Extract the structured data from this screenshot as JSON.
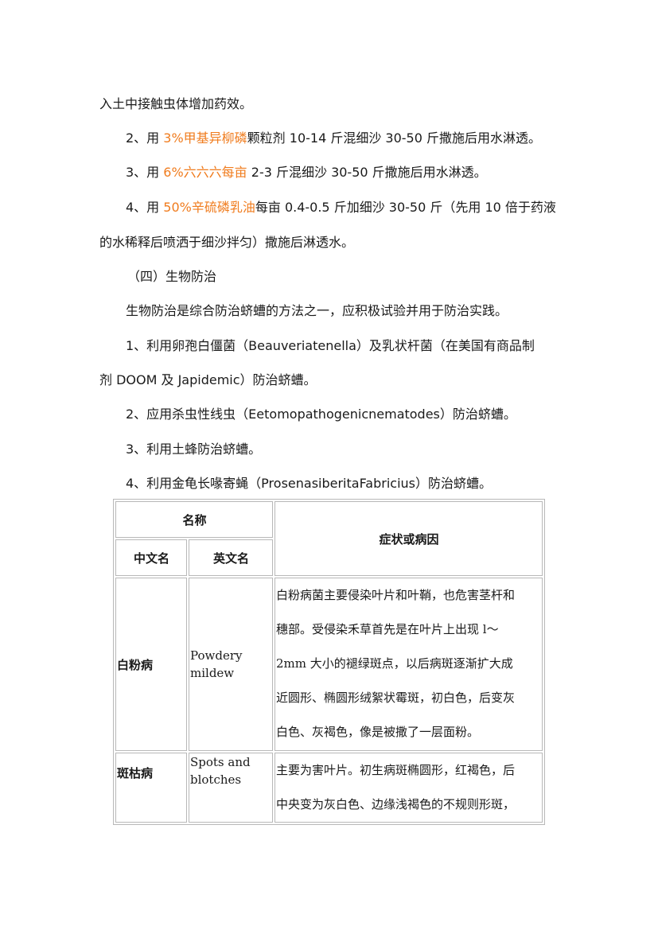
{
  "paragraphs": {
    "p1": "入土中接触虫体增加药效。",
    "p2": {
      "pre": "2、用 ",
      "hl": "3%甲基异柳磷",
      "post": "颗粒剂 10-14 斤混细沙 30-50 斤撒施后用水淋透。"
    },
    "p3": {
      "pre": "3、用 ",
      "hl": "6%六六六每亩",
      "post": " 2-3 斤混细沙 30-50 斤撒施后用水淋透。"
    },
    "p4a": {
      "pre": "4、用 ",
      "hl": "50%辛硫磷乳油",
      "post": "每亩 0.4-0.5 斤加细沙 30-50 斤（先用 10 倍于药液"
    },
    "p4b": "的水稀释后喷洒于细沙拌匀）撒施后淋透水。",
    "p5": "（四）生物防治",
    "p6": "生物防治是综合防治蛴螬的方法之一，应积极试验并用于防治实践。",
    "p7a": "1、利用卵孢白僵菌（Beauveriatenella）及乳状杆菌（在美国有商品制",
    "p7b": "剂 DOOM 及 Japidemic）防治蛴螬。",
    "p8": "2、应用杀虫性线虫（Eetomopathogenicnematodes）防治蛴螬。",
    "p9": "3、利用土蜂防治蛴螬。",
    "p10": "4、利用金龟长喙寄蝇（ProsenasiberitaFabricius）防治蛴螬。"
  },
  "table": {
    "headers": {
      "name": "名称",
      "cn": "中文名",
      "en": "英文名",
      "symptom": "症状或病因"
    },
    "rows": [
      {
        "cn": "白粉病",
        "en": "Powdery mildew",
        "symptom_lines": [
          "白粉病菌主要侵染叶片和叶鞘，也危害茎杆和",
          "穗部。受侵染禾草首先是在叶片上出现 l～",
          "2mm 大小的褪绿斑点，以后病斑逐渐扩大成",
          "近圆形、椭圆形绒絮状霉斑，初白色，后变灰",
          "白色、灰褐色，像是被撒了一层面粉。"
        ]
      },
      {
        "cn": "斑枯病",
        "en": "Spots and blotches",
        "symptom_lines": [
          "主要为害叶片。初生病斑椭圆形，红褐色，后",
          "中央变为灰白色、边缘浅褐色的不规则形斑，"
        ]
      }
    ]
  },
  "colors": {
    "highlight": "#f07c1e",
    "border": "#b8b8b8"
  }
}
